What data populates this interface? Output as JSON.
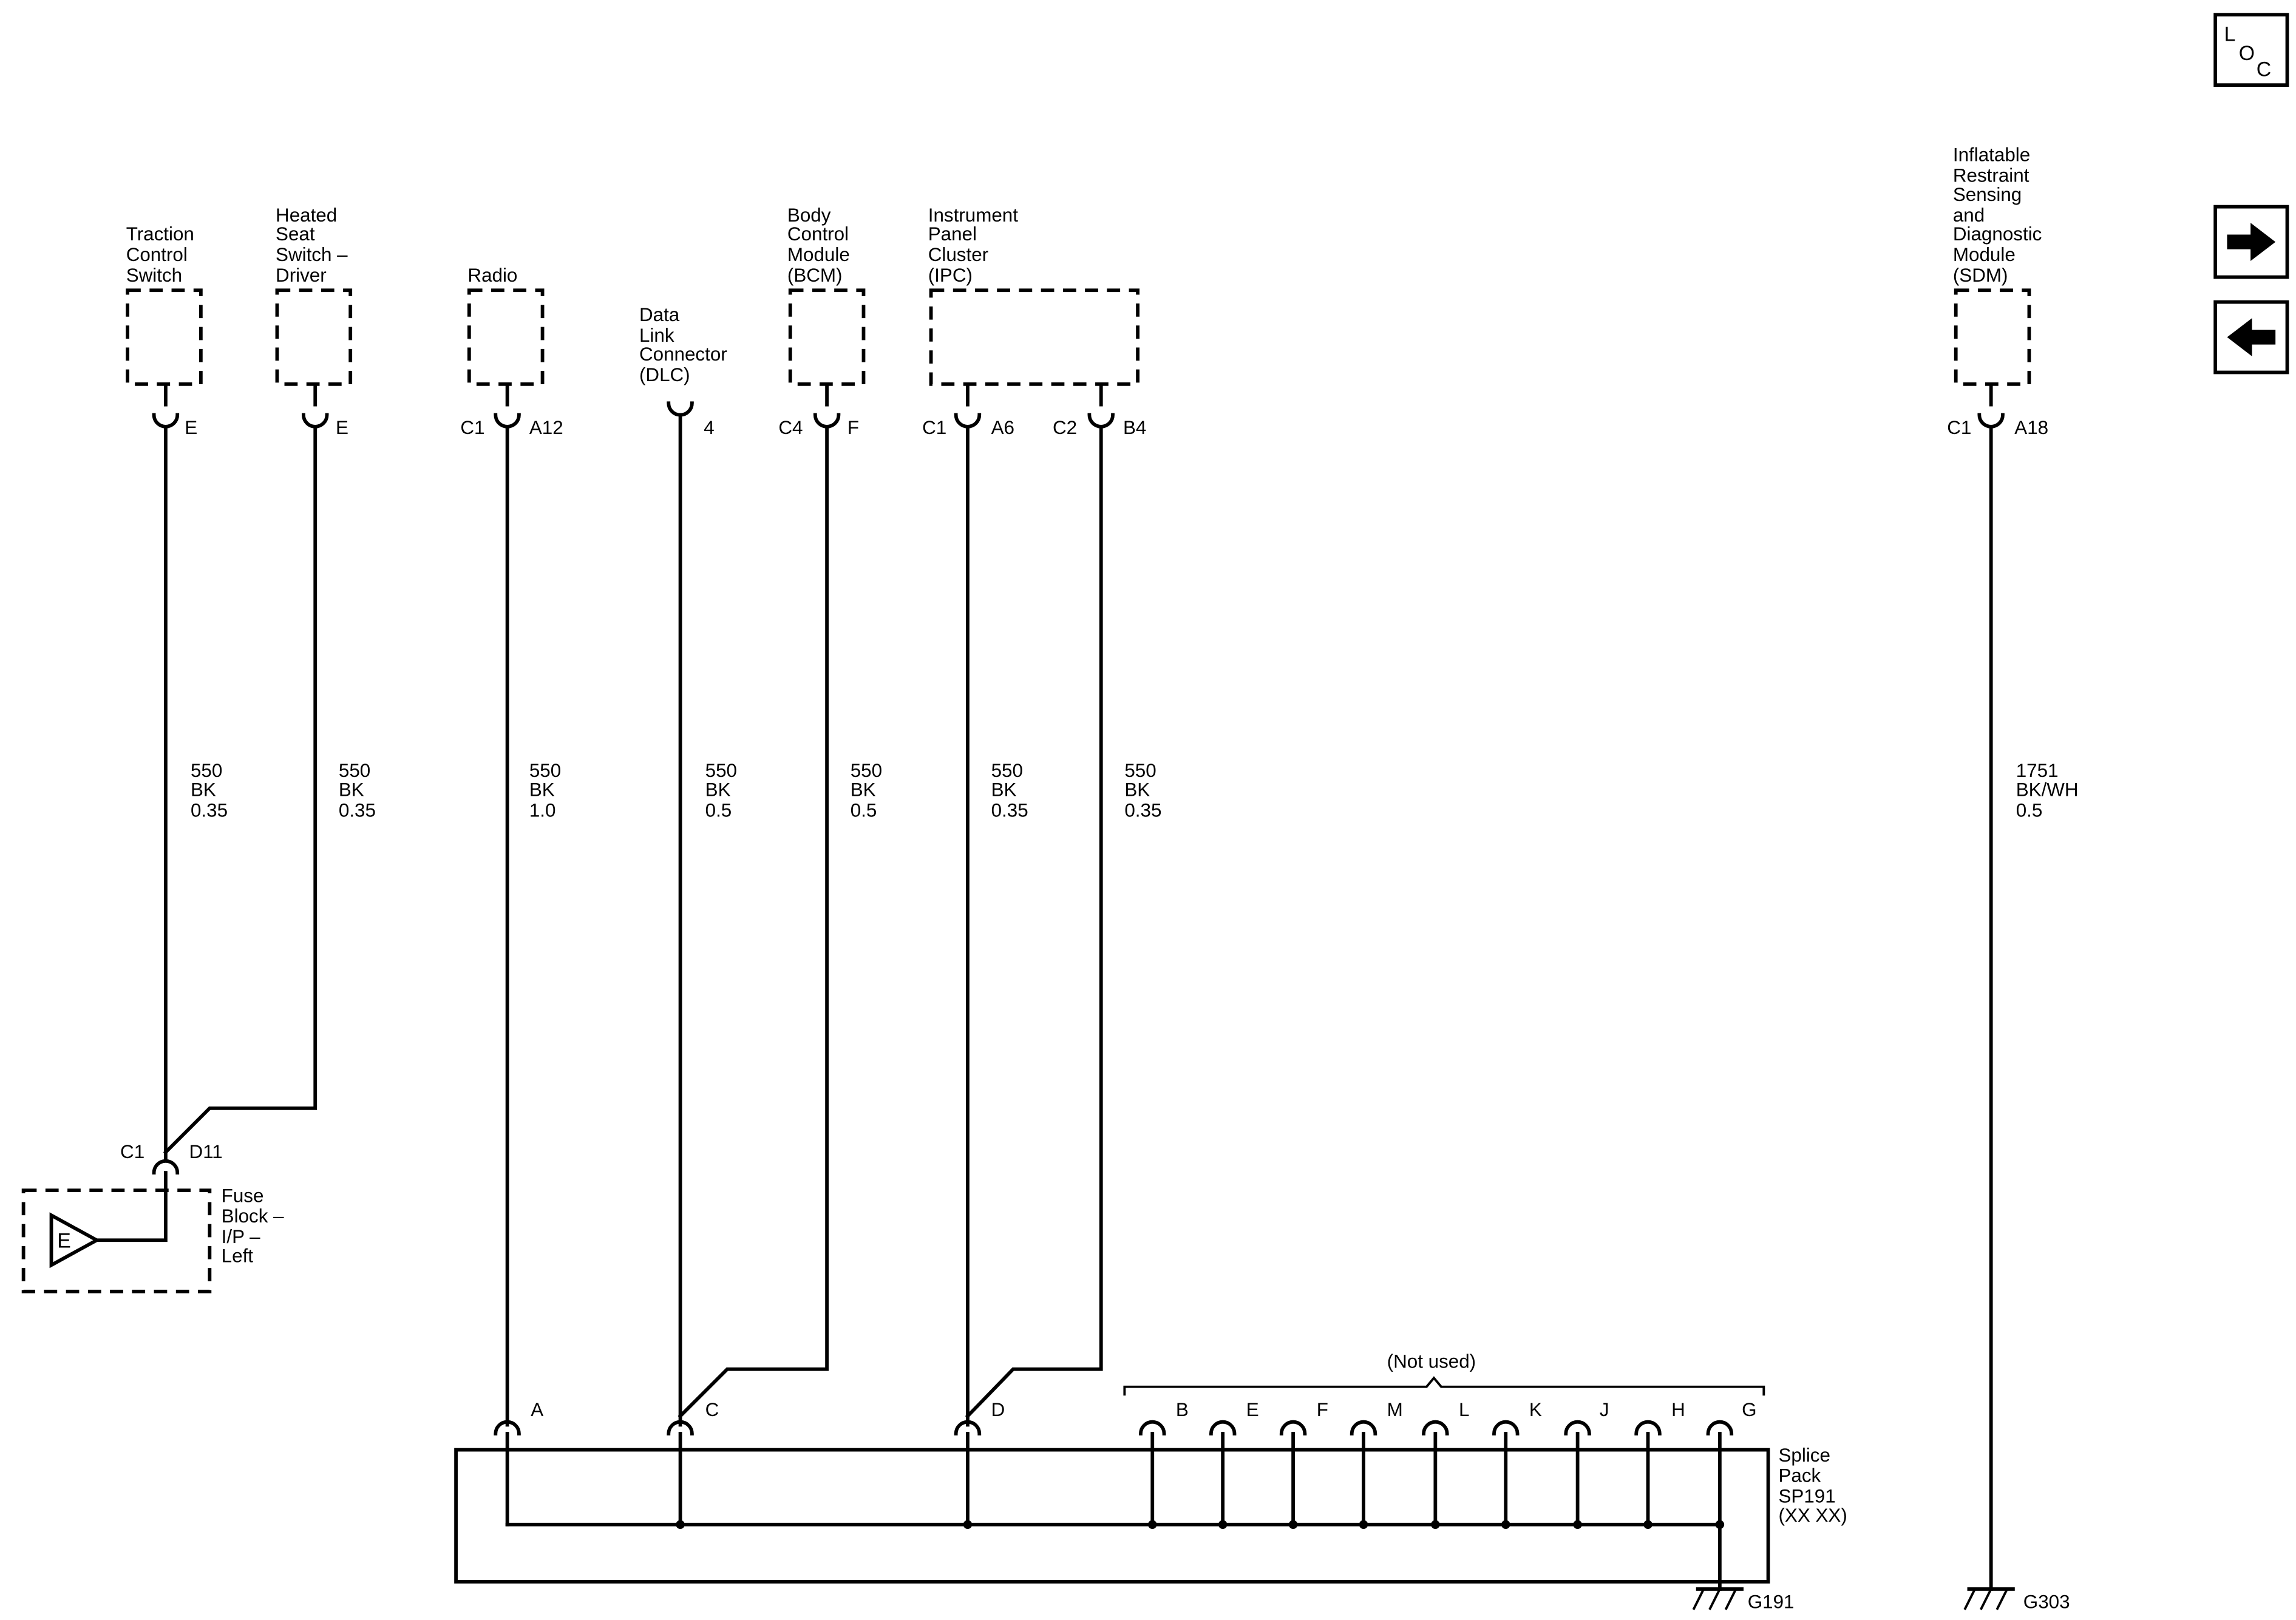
{
  "nav": {
    "loc": {
      "l": "L",
      "o": "O",
      "c": "C"
    },
    "next_icon": "arrow-right-icon",
    "prev_icon": "arrow-left-icon"
  },
  "components": {
    "traction": [
      "Traction",
      "Control",
      "Switch"
    ],
    "heated_seat": [
      "Heated",
      "Seat",
      "Switch –",
      "Driver"
    ],
    "radio": [
      "Radio"
    ],
    "dlc": [
      "Data",
      "Link",
      "Connector",
      "(DLC)"
    ],
    "bcm": [
      "Body",
      "Control",
      "Module",
      "(BCM)"
    ],
    "ipc": [
      "Instrument",
      "Panel",
      "Cluster",
      "(IPC)"
    ],
    "sdm": [
      "Inflatable",
      "Restraint",
      "Sensing",
      "and",
      "Diagnostic",
      "Module",
      "(SDM)"
    ],
    "fuse_block": [
      "Fuse",
      "Block –",
      "I/P –",
      "Left"
    ],
    "fuse_symbol": "E",
    "splice_pack": [
      "Splice",
      "Pack",
      "SP191",
      "(XX XX)"
    ]
  },
  "pins": {
    "traction_pin": "E",
    "heated_pin": "E",
    "radio_conn": "C1",
    "radio_pin": "A12",
    "dlc_pin": "4",
    "bcm_conn": "C4",
    "bcm_pin": "F",
    "ipc_conn1": "C1",
    "ipc_pin1": "A6",
    "ipc_conn2": "C2",
    "ipc_pin2": "B4",
    "sdm_conn": "C1",
    "sdm_pin": "A18",
    "fuse_conn": "C1",
    "fuse_pin": "D11"
  },
  "wires": {
    "w1": [
      "550",
      "BK",
      "0.35"
    ],
    "w2": [
      "550",
      "BK",
      "0.35"
    ],
    "w3": [
      "550",
      "BK",
      "1.0"
    ],
    "w4": [
      "550",
      "BK",
      "0.5"
    ],
    "w5": [
      "550",
      "BK",
      "0.5"
    ],
    "w6": [
      "550",
      "BK",
      "0.35"
    ],
    "w7": [
      "550",
      "BK",
      "0.35"
    ],
    "w8": [
      "1751",
      "BK/WH",
      "0.5"
    ]
  },
  "splice": {
    "used": [
      "A",
      "C",
      "D"
    ],
    "not_used_label": "(Not used)",
    "unused": [
      "B",
      "E",
      "F",
      "M",
      "L",
      "K",
      "J",
      "H",
      "G"
    ]
  },
  "grounds": {
    "g1": "G191",
    "g2": "G303"
  }
}
